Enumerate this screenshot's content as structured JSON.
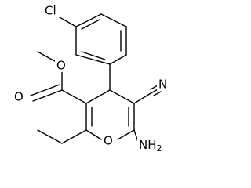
{
  "molecule": {
    "atom_labels": {
      "chlorine": "Cl",
      "ester_carbonyl_oxygen": "O",
      "ester_ether_oxygen": "O",
      "nitrile_nitrogen": "N",
      "ring_oxygen": "O",
      "amine": "NH",
      "amine_subscript": "2"
    },
    "colors": {
      "bond": "#000000",
      "text": "#000000",
      "background": "#ffffff"
    }
  }
}
